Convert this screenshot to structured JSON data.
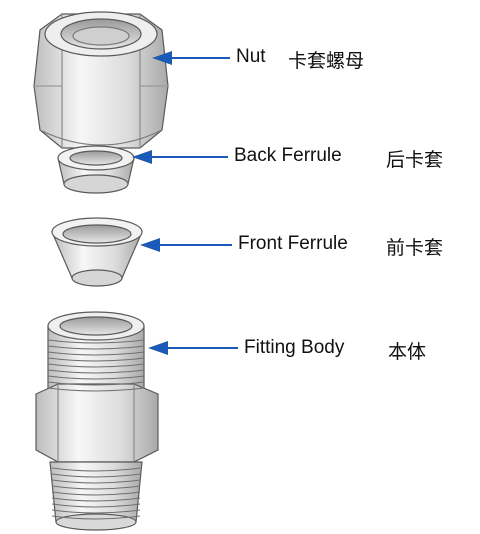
{
  "labels": {
    "nut": {
      "en": "Nut",
      "cn": "卡套螺母"
    },
    "back_ferrule": {
      "en": "Back Ferrule",
      "cn": "后卡套"
    },
    "front_ferrule": {
      "en": "Front Ferrule",
      "cn": "前卡套"
    },
    "fitting_body": {
      "en": "Fitting Body",
      "cn": "本体"
    }
  },
  "colors": {
    "arrow": "#1a5ab8",
    "metal_light": "#f4f4f4",
    "metal_mid": "#cfcfcf",
    "metal_dark": "#8a8a8a",
    "outline": "#5a5a5a"
  }
}
